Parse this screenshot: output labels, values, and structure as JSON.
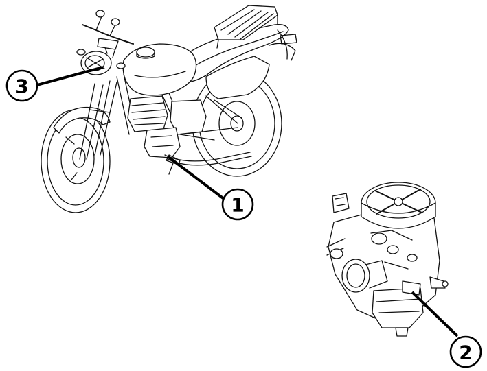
{
  "diagram": {
    "callouts": [
      {
        "id": "callout-1",
        "label": "1"
      },
      {
        "id": "callout-2",
        "label": "2"
      },
      {
        "id": "callout-3",
        "label": "3"
      }
    ],
    "figures": {
      "motorcycle": "motorcycle-illustration",
      "carburetor": "carburetor-illustration"
    },
    "colors": {
      "line": "#111111",
      "background": "#ffffff"
    }
  }
}
